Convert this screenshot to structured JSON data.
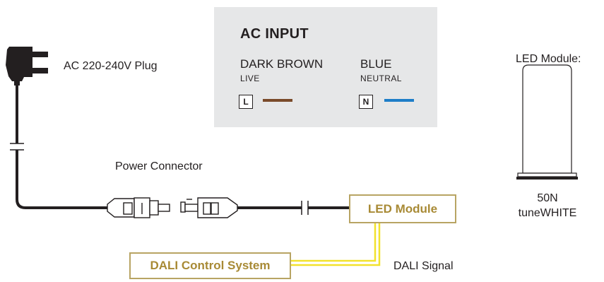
{
  "plug": {
    "label": "AC 220-240V Plug",
    "icon": "power-plug-icon"
  },
  "ac_input": {
    "title": "AC INPUT",
    "live": {
      "name": "DARK BROWN",
      "sub": "LIVE",
      "terminal": "L",
      "color": "#7a4a2a"
    },
    "neutral": {
      "name": "BLUE",
      "sub": "NEUTRAL",
      "terminal": "N",
      "color": "#1e7ec8"
    }
  },
  "power_connector": {
    "label": "Power Connector"
  },
  "led_module_box": {
    "label": "LED Module"
  },
  "dali_control": {
    "label": "DALI Control System"
  },
  "dali_signal": {
    "label": "DALI Signal"
  },
  "led_module_side": {
    "heading": "LED Module:",
    "model": "50N",
    "variant": "tuneWHITE"
  },
  "colors": {
    "accent_gold": "#b8a463",
    "dali_wire": "#f2e22d",
    "panel_bg": "#e6e7e8",
    "cable": "#231f20"
  }
}
